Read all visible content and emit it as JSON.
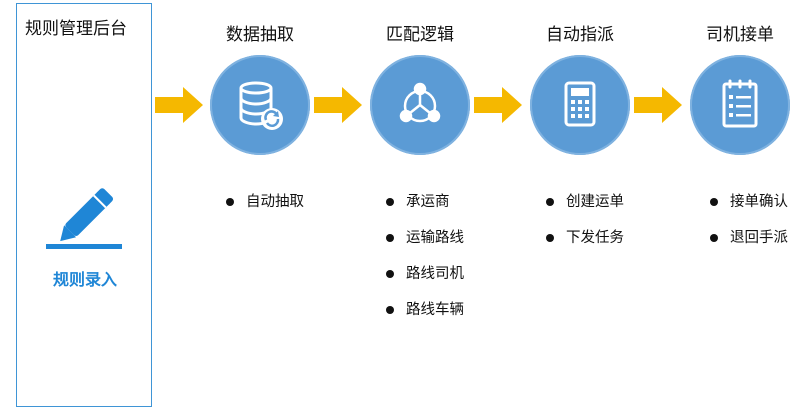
{
  "left_panel": {
    "title": "规则管理后台",
    "label": "规则录入",
    "icon": "pencil-icon"
  },
  "colors": {
    "circle": "#5b9bd5",
    "arrow": "#f5b800",
    "accent": "#1f86d6",
    "border": "#3f95d6"
  },
  "steps": [
    {
      "title": "数据抽取",
      "icon": "database-sync-icon",
      "items": [
        "自动抽取"
      ]
    },
    {
      "title": "匹配逻辑",
      "icon": "network-nodes-icon",
      "items": [
        "承运商",
        "运输路线",
        "路线司机",
        "路线车辆"
      ]
    },
    {
      "title": "自动指派",
      "icon": "calculator-icon",
      "items": [
        "创建运单",
        "下发任务"
      ]
    },
    {
      "title": "司机接单",
      "icon": "clipboard-list-icon",
      "items": [
        "接单确认",
        "退回手派"
      ]
    }
  ]
}
